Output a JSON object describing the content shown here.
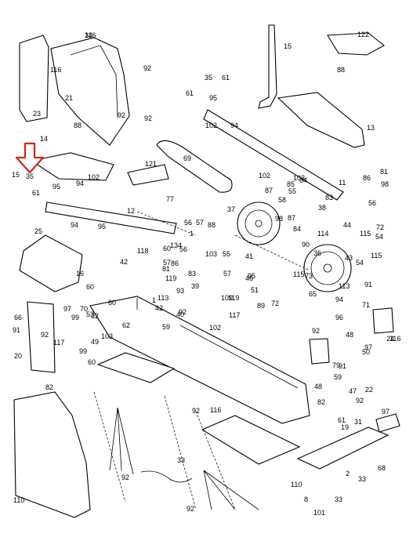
{
  "diagram": {
    "part_labels": [
      "116",
      "15",
      "122",
      "92",
      "88",
      "116",
      "35",
      "61",
      "21",
      "23",
      "92",
      "61",
      "95",
      "92",
      "102",
      "94",
      "13",
      "14",
      "88",
      "69",
      "84",
      "11",
      "81",
      "86",
      "121",
      "102",
      "87",
      "103",
      "85",
      "55",
      "98",
      "15",
      "35",
      "61",
      "95",
      "102",
      "94",
      "83",
      "56",
      "37",
      "38",
      "77",
      "58",
      "56",
      "25",
      "12",
      "57",
      "88",
      "1",
      "94",
      "95",
      "44",
      "72",
      "87",
      "114",
      "115",
      "84",
      "54",
      "98",
      "36",
      "43",
      "118",
      "60",
      "134",
      "41",
      "90",
      "115",
      "42",
      "103",
      "55",
      "56",
      "81",
      "57",
      "73",
      "54",
      "86",
      "83",
      "119",
      "39",
      "95",
      "46",
      "51",
      "16",
      "60",
      "115",
      "72",
      "89",
      "65",
      "57",
      "91",
      "42",
      "1",
      "60",
      "119",
      "92",
      "113",
      "59",
      "62",
      "99",
      "93",
      "40",
      "53",
      "66",
      "117",
      "109",
      "94",
      "102",
      "97",
      "70",
      "71",
      "96",
      "92",
      "50",
      "91",
      "117",
      "24",
      "48",
      "61",
      "97",
      "49",
      "99",
      "113",
      "103",
      "59",
      "60",
      "91",
      "116",
      "20",
      "79",
      "48",
      "82",
      "92",
      "22",
      "32",
      "92",
      "116",
      "47",
      "19",
      "82",
      "97",
      "68",
      "31",
      "33",
      "2",
      "8",
      "101",
      "33",
      "110",
      "33",
      "110",
      "92",
      "92",
      "92",
      "34"
    ],
    "arrow": "outlined down arrow",
    "part_icons": [
      "console-frame-icon",
      "monitor-cover-icon",
      "handlebar-icon",
      "seat-cushion-icon",
      "foot-pedal-icon",
      "drive-belt-icon",
      "flywheel-icon",
      "pulley-wheel-icon",
      "main-frame-icon",
      "rear-stabilizer-icon",
      "side-shield-icon",
      "power-cord-icon"
    ]
  }
}
